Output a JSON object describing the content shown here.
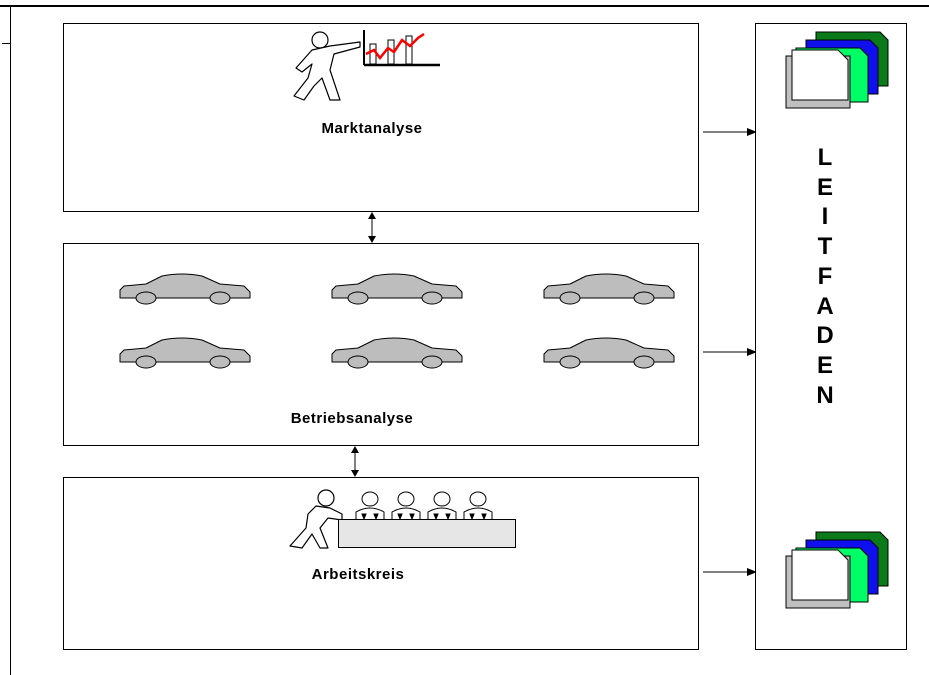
{
  "boxes": {
    "markt": {
      "label": "Marktanalyse"
    },
    "betrieb": {
      "label": "Betriebsanalyse"
    },
    "arbeit": {
      "label": "Arbeitskreis"
    }
  },
  "leitfaden": {
    "letters": [
      "L",
      "E",
      "I",
      "T",
      "F",
      "A",
      "D",
      "E",
      "N"
    ]
  },
  "icons": {
    "markt": [
      "presenter-figure-icon",
      "line-chart-icon"
    ],
    "betrieb": "car-icon",
    "arbeit": [
      "pushing-figure-icon",
      "meeting-people-icon",
      "meeting-table-icon"
    ],
    "leitfaden": "document-stack-icon",
    "connectors": [
      "double-arrow-icon",
      "right-arrow-icon"
    ]
  },
  "colors": {
    "car_fill": "#bdbdbd",
    "doc_gray": "#c0c0c0",
    "doc_lightgreen": "#00ff66",
    "doc_blue": "#1010ee",
    "doc_green": "#0a7a1a",
    "chart_line": "#ff0000",
    "table_fill": "#e6e6e6"
  }
}
